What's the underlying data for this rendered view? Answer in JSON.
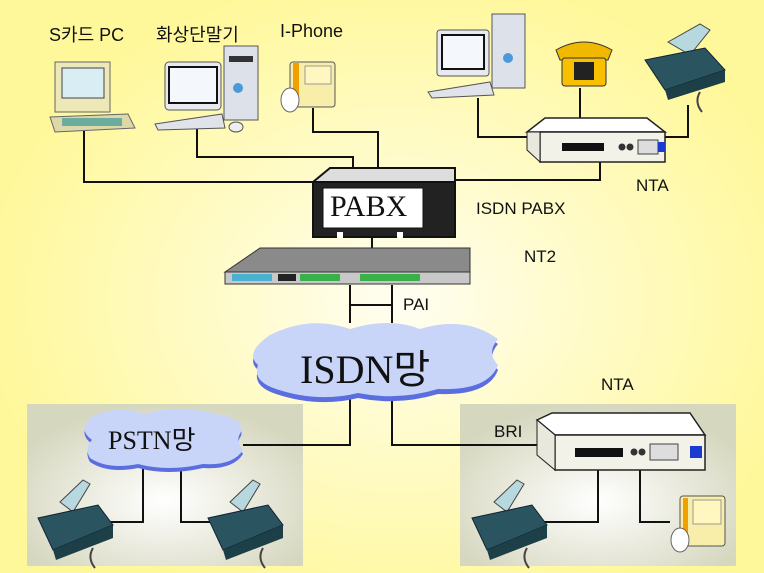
{
  "labels": {
    "s_card_pc": "S카드 PC",
    "video_terminal": "화상단말기",
    "i_phone": "I-Phone",
    "pabx_box": "PABX",
    "isdn_pabx": "ISDN PABX",
    "nt2": "NT2",
    "pai": "PAI",
    "isdn_network": "ISDN망",
    "nta_top": "NTA",
    "nta_bottom": "NTA",
    "bri": "BRI",
    "pstn_network": "PSTN망"
  },
  "colors": {
    "cloud": "#c8d4f8",
    "cloud_edge": "#5a6ee0",
    "panel": "#dfe0cc",
    "fax": "#2a5560",
    "line": "#111111"
  }
}
